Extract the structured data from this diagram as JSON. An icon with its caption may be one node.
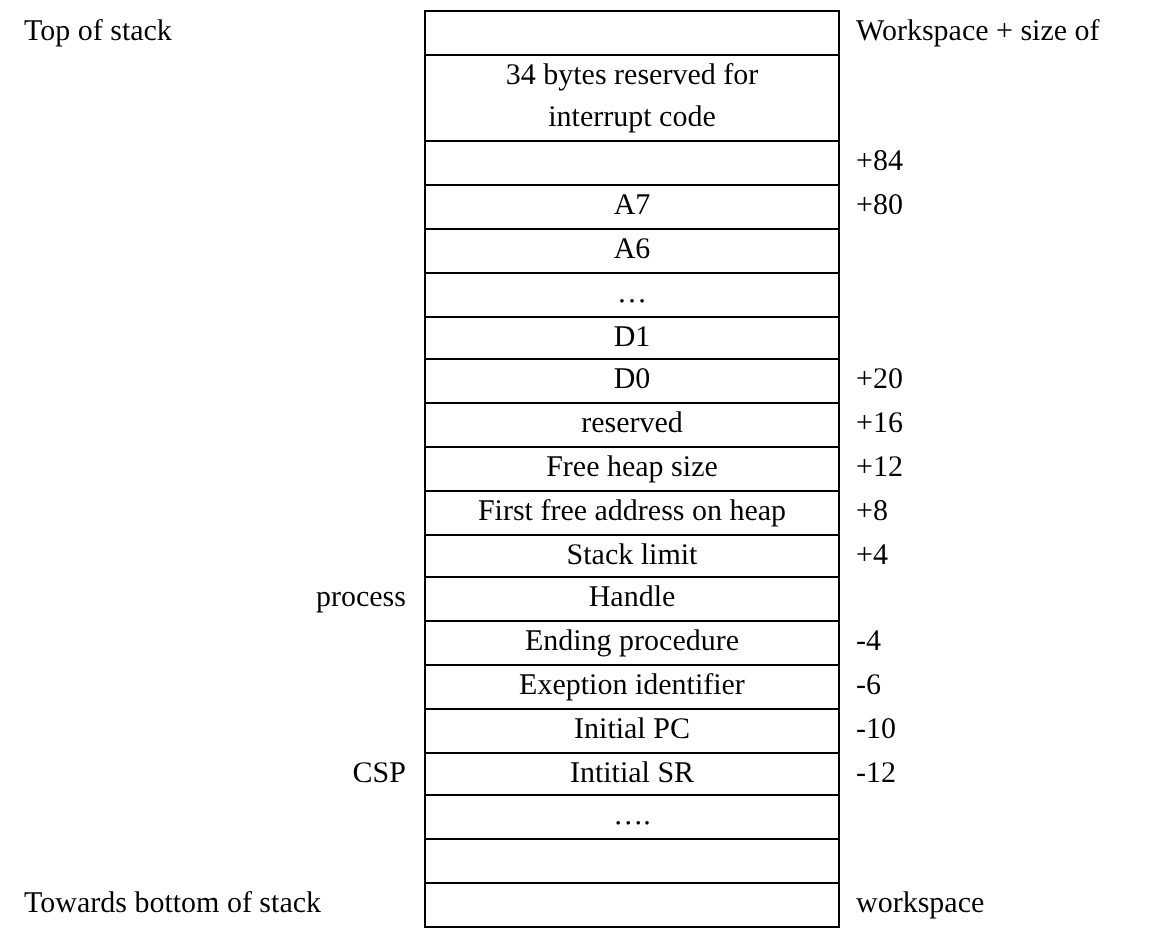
{
  "diagram": {
    "nodes": [
      {
        "text": [],
        "shape": "box"
      },
      {
        "text": [
          "34 bytes reserved for interrupt code"
        ]
      },
      {
        "text": [],
        "shape": "box"
      },
      {
        "text": [
          "A7"
        ]
      },
      {
        "text": [
          "A6"
        ]
      },
      {
        "text": [
          "…"
        ]
      },
      {
        "text": [
          "D1"
        ]
      },
      {
        "text": [
          "D0"
        ]
      },
      {
        "text": [
          "reserved"
        ]
      },
      {
        "text": [
          "Free heap size"
        ]
      },
      {
        "text": [
          "First free address on heap"
        ]
      },
      {
        "text": [
          "Stack limit"
        ]
      },
      {
        "text": [
          "Handle"
        ]
      },
      {
        "text": [
          "Ending procedure"
        ]
      },
      {
        "text": [
          "Exeption identifier"
        ]
      },
      {
        "text": [
          "Initial PC"
        ]
      },
      {
        "text": [
          "Intitial SR"
        ]
      },
      {
        "text": [
          "…."
        ]
      },
      {
        "text": [],
        "shape": "box"
      },
      {
        "text": [],
        "shape": "box"
      }
    ],
    "labels": [
      "Top of stack",
      "Workspace + size of",
      "+84",
      "+80",
      "+20",
      "+16",
      "+12",
      "+8",
      "+4",
      "process",
      "-4",
      "-6",
      "-10",
      "CSP",
      "-12",
      "Towards bottom of stack",
      "workspace"
    ]
  }
}
